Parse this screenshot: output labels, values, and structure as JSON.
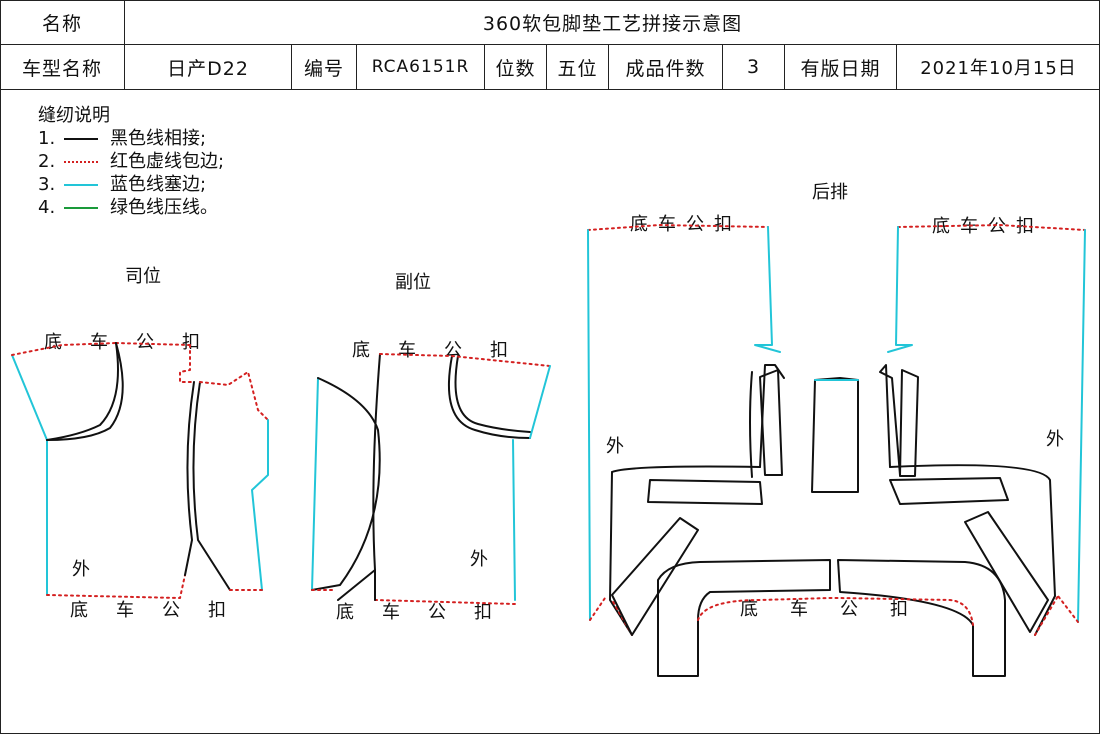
{
  "header": {
    "name_label": "名称",
    "title": "360软包脚垫工艺拼接示意图",
    "model_label": "车型名称",
    "model_value": "日产D22",
    "code_label": "编号",
    "code_value": "RCA6151R",
    "seats_label": "位数",
    "seats_value": "五位",
    "pieces_label": "成品件数",
    "pieces_value": "3",
    "date_label": "有版日期",
    "date_value": "2021年10月15日"
  },
  "legend": {
    "title": "缝纫说明",
    "items": [
      {
        "num": "1.",
        "text": "黑色线相接;",
        "color": "#111111",
        "style": "solid"
      },
      {
        "num": "2.",
        "text": "红色虚线包边;",
        "color": "#d42020",
        "style": "dotted"
      },
      {
        "num": "3.",
        "text": "蓝色线塞边;",
        "color": "#22c5d8",
        "style": "solid"
      },
      {
        "num": "4.",
        "text": "绿色线压线。",
        "color": "#1a9a3a",
        "style": "solid"
      }
    ]
  },
  "sections": {
    "driver": "司位",
    "passenger": "副位",
    "rear": "后排"
  },
  "labels": {
    "bottom_buckle": "底车公扣",
    "outside": "外"
  },
  "colors": {
    "black": "#111111",
    "red": "#d42020",
    "cyan": "#22c5d8",
    "green": "#1a9a3a"
  }
}
